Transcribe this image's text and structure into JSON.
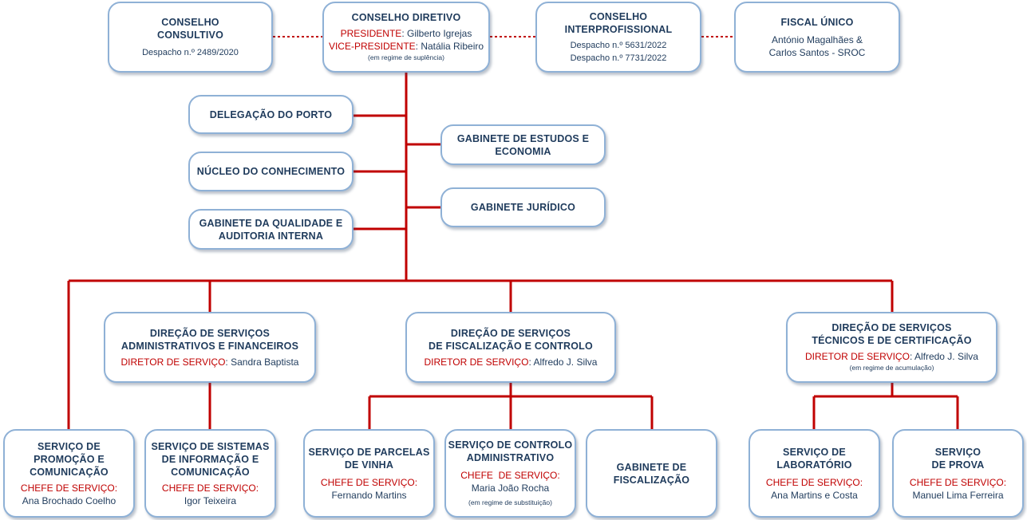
{
  "colors": {
    "connector": "#c00000",
    "box_border": "#8fb1d6",
    "text": "#1f3b5c",
    "accent_red": "#c00000"
  },
  "top": {
    "consultivo": {
      "title": "CONSELHO\nCONSULTIVO",
      "despacho": "Despacho n.º 2489/2020"
    },
    "diretivo": {
      "title": "CONSELHO DIRETIVO",
      "pres_label": "PRESIDENTE",
      "pres_name": ": Gilberto Igrejas",
      "vice_label": "VICE-PRESIDENTE",
      "vice_name": ": Natália Ribeiro",
      "note": "(em regime de suplência)"
    },
    "interprof": {
      "title": "CONSELHO\nINTERPROFISSIONAL",
      "despacho1": "Despacho n.º 5631/2022",
      "despacho2": "Despacho n.º 7731/2022"
    },
    "fiscal": {
      "title": "FISCAL ÚNICO",
      "name1": "António Magalhães &",
      "name2": "Carlos Santos - SROC"
    }
  },
  "left_units": [
    {
      "title": "DELEGAÇÃO DO PORTO"
    },
    {
      "title": "NÚCLEO DO CONHECIMENTO"
    },
    {
      "title": "GABINETE DA QUALIDADE E\nAUDITORIA INTERNA"
    }
  ],
  "right_units": [
    {
      "title": "GABINETE DE ESTUDOS E\nECONOMIA"
    },
    {
      "title": "GABINETE JURÍDICO"
    }
  ],
  "directorates": [
    {
      "title": "DIREÇÃO DE SERVIÇOS\nADMINISTRATIVOS E FINANCEIROS",
      "role": "DIRETOR DE SERVIÇO",
      "name": ": Sandra Baptista"
    },
    {
      "title": "DIREÇÃO DE SERVIÇOS\nDE FISCALIZAÇÃO E CONTROLO",
      "role": "DIRETOR DE SERVIÇO",
      "name": ": Alfredo J. Silva"
    },
    {
      "title": "DIREÇÃO DE SERVIÇOS\nTÉCNICOS E DE CERTIFICAÇÃO",
      "role": "DIRETOR DE SERVIÇO",
      "name": ": Alfredo J. Silva",
      "note": "(em regime de acumulação)"
    }
  ],
  "services": [
    {
      "title": "SERVIÇO DE\nPROMOÇÃO E\nCOMUNICAÇÃO",
      "role": "CHEFE DE SERVIÇO:",
      "name": "Ana Brochado Coelho"
    },
    {
      "title": "SERVIÇO DE SISTEMAS\nDE INFORMAÇÃO E\nCOMUNICAÇÃO",
      "role": "CHEFE DE SERVIÇO:",
      "name": "Igor Teixeira"
    },
    {
      "title": "SERVIÇO DE PARCELAS\nDE VINHA",
      "role": "CHEFE DE SERVIÇO:",
      "name": "Fernando Martins"
    },
    {
      "title": "SERVIÇO DE CONTROLO\nADMINISTRATIVO",
      "role": "CHEFE  DE SERVIÇO:",
      "name": "Maria João Rocha",
      "note": "(em regime de substituição)"
    },
    {
      "title": "GABINETE DE\nFISCALIZAÇÃO"
    },
    {
      "title": "SERVIÇO DE\nLABORATÓRIO",
      "role": "CHEFE DE SERVIÇO:",
      "name": "Ana Martins e Costa"
    },
    {
      "title": "SERVIÇO\nDE PROVA",
      "role": "CHEFE DE SERVIÇO:",
      "name": "Manuel Lima Ferreira"
    }
  ]
}
